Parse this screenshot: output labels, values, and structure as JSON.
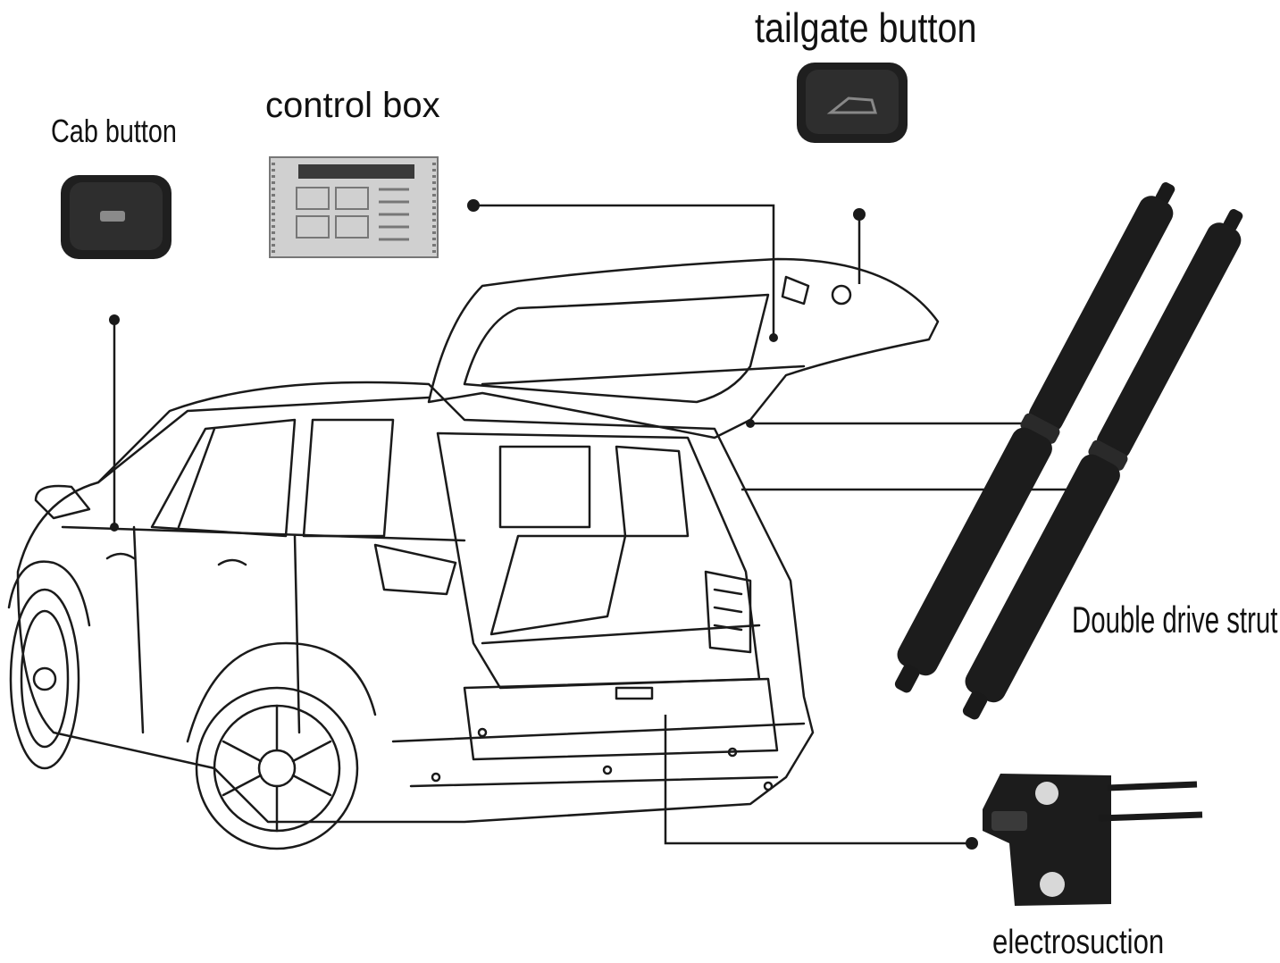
{
  "labels": {
    "tailgate_button": "tailgate button",
    "control_box": "control box",
    "cab_button": "Cab button",
    "double_drive_strut": "Double drive strut",
    "electrosuction": "electrosuction"
  },
  "colors": {
    "line": "#1a1a1a",
    "button_body": "#222222",
    "strut_body": "#1c1c1c",
    "control_box_body": "#d4d4d4"
  },
  "icons": [
    "cab-button-icon",
    "tailgate-button-icon",
    "control-box-icon",
    "strut-icon",
    "electrosuction-latch-icon",
    "suv-line-drawing"
  ]
}
